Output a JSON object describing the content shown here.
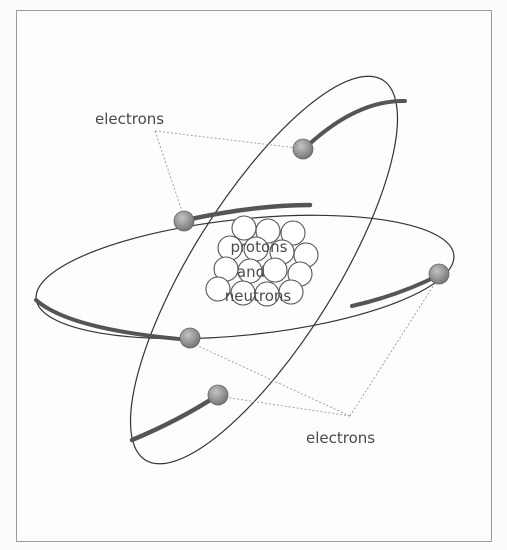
{
  "labels": {
    "electrons_top": "electrons",
    "electrons_bottom": "electrons",
    "nucleus_line1": "protons",
    "nucleus_line2": "and",
    "nucleus_line3": "neutrons"
  },
  "colors": {
    "orbit": "#333333",
    "orbit_trail": "#6a6a6a",
    "electron": "#8f8f8f",
    "nucleon": "#ffffff",
    "leader": "#9a9a9a",
    "text": "#4a4a4a"
  }
}
